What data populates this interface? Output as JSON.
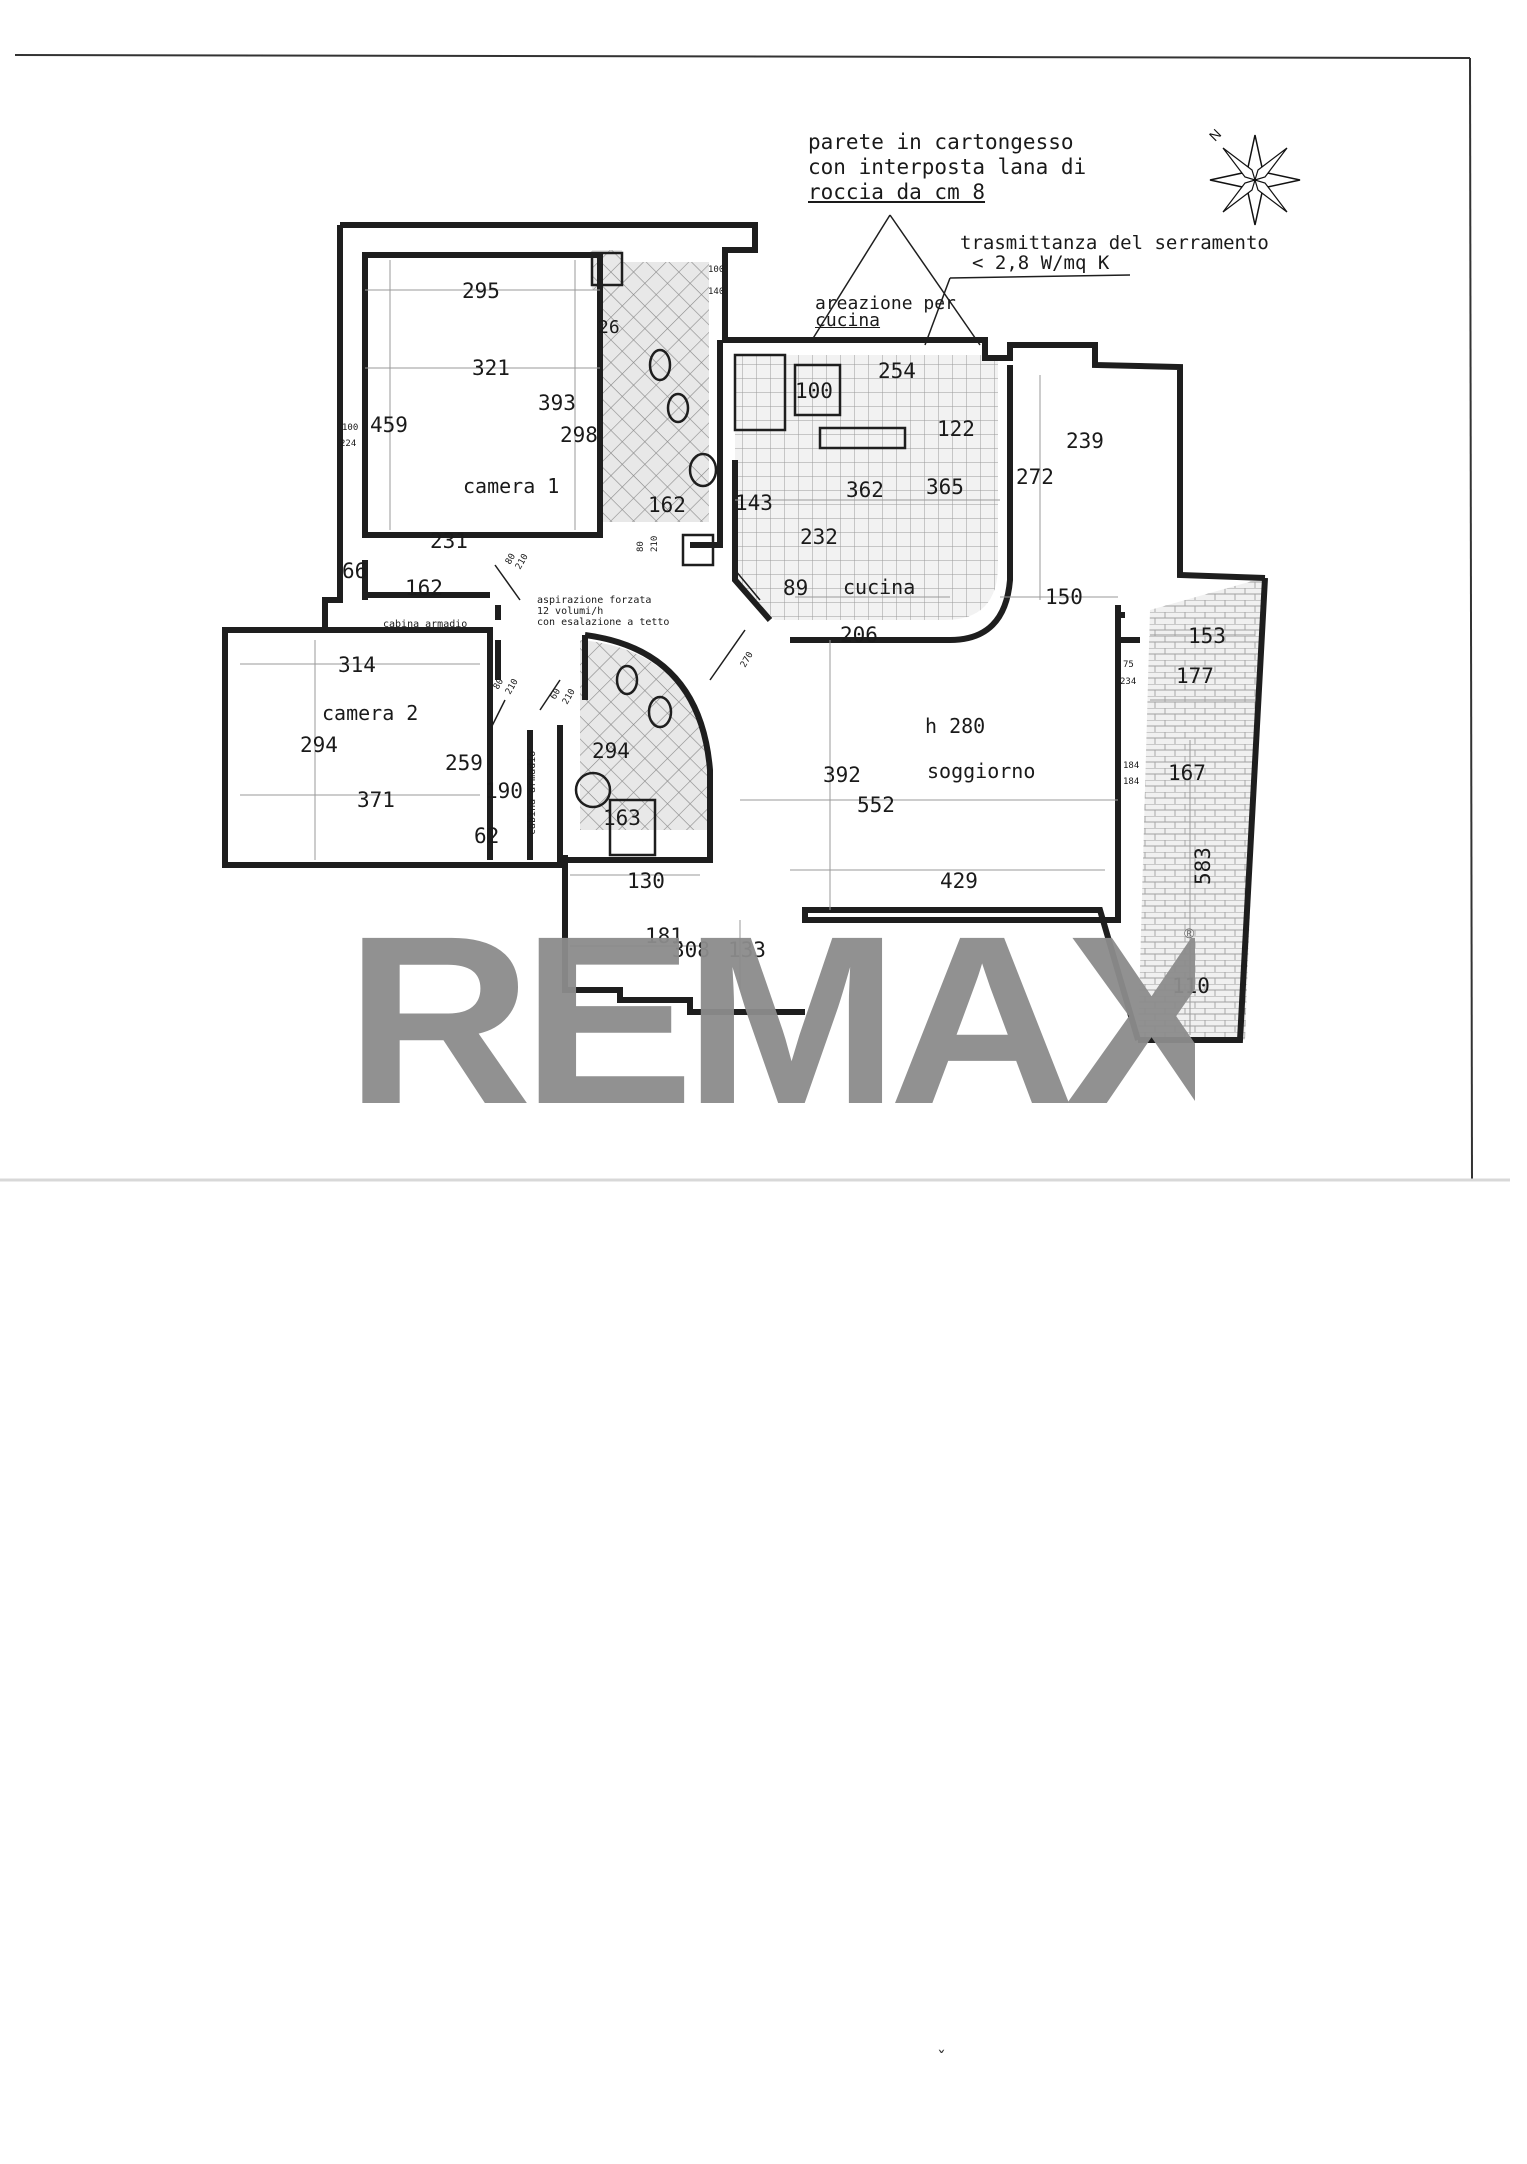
{
  "notes": {
    "wall_line1": "parete in cartongesso",
    "wall_line2": "con interposta lana di",
    "wall_line3": "roccia da cm 8",
    "window_line1": "trasmittanza del serramento",
    "window_line2": "< 2,8 W/mq K",
    "vent_line1": "areazione per",
    "vent_line2": "cucina",
    "fan_line1": "aspirazione forzata",
    "fan_line2": "12 volumi/h",
    "fan_line3": "con esalazione a tetto"
  },
  "rooms": {
    "camera1": "camera 1",
    "camera2": "camera 2",
    "cucina": "cucina",
    "soggiorno": "soggiorno",
    "height": "h 280",
    "cabina1": "cabina armadio",
    "cabina2": "cabina armadio"
  },
  "dimensions": {
    "d295": "295",
    "d26": "26",
    "d321": "321",
    "d393": "393",
    "d459": "459",
    "d298": "298",
    "d162a": "162",
    "d143": "143",
    "d231": "231",
    "d66": "66",
    "d162b": "162",
    "d100": "100",
    "d254": "254",
    "d122": "122",
    "d239": "239",
    "d362": "362",
    "d365": "365",
    "d272": "272",
    "d232": "232",
    "d89": "89",
    "d150": "150",
    "d206": "206",
    "d314": "314",
    "d294a": "294",
    "d259": "259",
    "d294b": "294",
    "d190": "190",
    "d371": "371",
    "d62": "62",
    "d163": "163",
    "d153": "153",
    "d177": "177",
    "d167": "167",
    "d583": "583",
    "d392": "392",
    "d552": "552",
    "d130": "130",
    "d429": "429",
    "d181": "181",
    "d308": "308",
    "d133": "133",
    "d110": "110"
  },
  "small_dims": {
    "s1": "100",
    "s2": "224",
    "s3": "80",
    "s4": "210",
    "s5": "80",
    "s6": "210",
    "s7": "80",
    "s8": "210",
    "s9": "60",
    "s10": "210",
    "s11": "100",
    "s12": "140",
    "s13": "75",
    "s14": "234",
    "s15": "184",
    "s16": "184",
    "s17": "270"
  },
  "watermark": {
    "text": "REMAX",
    "color": "#8c8c8c"
  },
  "colors": {
    "wall": "#1e1e1e",
    "tile": "#b8b8b8",
    "dimline": "#9a9a9a"
  },
  "footer_mark": "ˇ"
}
